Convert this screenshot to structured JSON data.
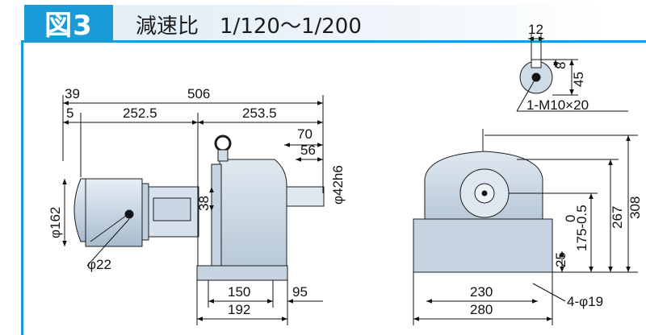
{
  "figure": {
    "badge": "図3",
    "title": "減速比",
    "ratio": "1/120～1/200"
  },
  "dimensions": {
    "side_view": {
      "overall_length": "506",
      "motor_extra": "39",
      "small_offset": "5",
      "motor_section": "252.5",
      "gear_section": "253.5",
      "shaft_70": "70",
      "shaft_56": "56",
      "shaft_dia": "φ42h6",
      "motor_dia": "φ162",
      "conduit_dia": "φ22",
      "key_38": "38",
      "base_150": "150",
      "base_192": "192",
      "base_95": "95"
    },
    "front_view": {
      "width_230": "230",
      "width_280": "280",
      "height_308": "308",
      "height_267": "267",
      "shaft_height": "175-0.5",
      "shaft_tol_top": "0",
      "foot_25": "25",
      "holes": "4-φ19"
    },
    "shaft_detail": {
      "key_width": "12",
      "key_depth": "8",
      "shaft_height": "45",
      "tap": "1-M10×20"
    }
  },
  "colors": {
    "accent": "#1a9bd7",
    "body": "#cfdce8",
    "body_dark": "#9fb3c6",
    "line": "#1c1c1c"
  }
}
